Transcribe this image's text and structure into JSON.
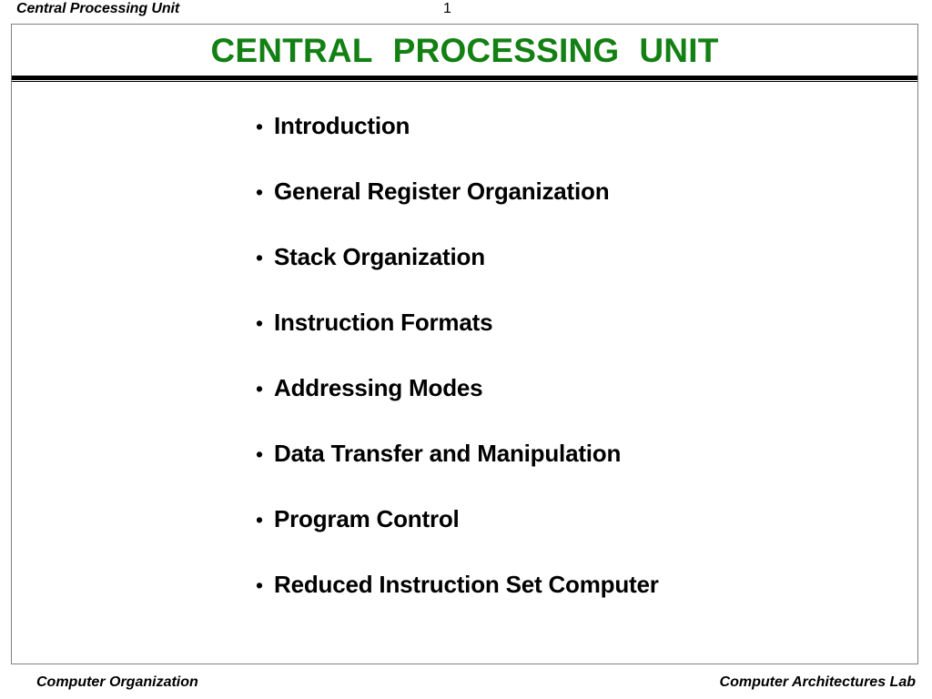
{
  "header": {
    "running_title": "Central Processing Unit",
    "page_number": "1"
  },
  "slide": {
    "title_words": [
      "CENTRAL",
      "PROCESSING",
      "UNIT"
    ],
    "title_full": "CENTRAL  PROCESSING  UNIT",
    "title_color": "#128012",
    "bullet_marker": "•",
    "bullets": [
      {
        "label": "Introduction"
      },
      {
        "label": "General Register Organization"
      },
      {
        "label": "Stack Organization"
      },
      {
        "label": "Instruction Formats"
      },
      {
        "label": "Addressing Modes"
      },
      {
        "label": "Data Transfer and Manipulation"
      },
      {
        "label": "Program Control"
      },
      {
        "label": "Reduced Instruction Set Computer"
      }
    ]
  },
  "footer": {
    "left": "Computer Organization",
    "right": "Computer Architectures Lab"
  }
}
